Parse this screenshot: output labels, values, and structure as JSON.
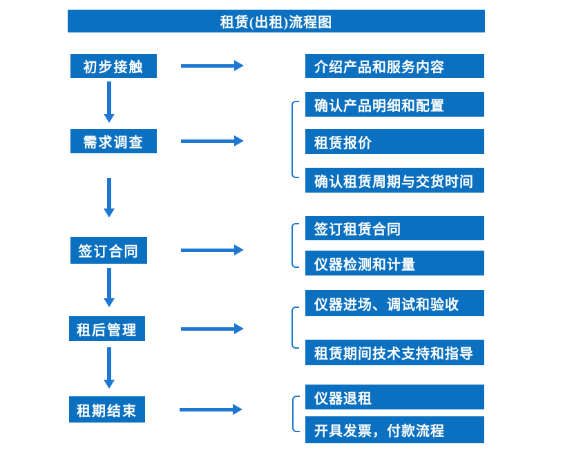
{
  "title": "租赁(出租)流程图",
  "colors": {
    "box_blue": "#0B70C0",
    "arrow_blue": "#1E78D2",
    "text_white": "#ffffff"
  },
  "steps": [
    {
      "label": "初步接触",
      "details": [
        "介绍产品和服务内容"
      ]
    },
    {
      "label": "需求调查",
      "details": [
        "确认产品明细和配置",
        "租赁报价",
        "确认租赁周期与交货时间"
      ]
    },
    {
      "label": "签订合同",
      "details": [
        "签订租赁合同",
        "仪器检测和计量"
      ]
    },
    {
      "label": "租后管理",
      "details": [
        "仪器进场、调试和验收",
        "租赁期间技术支持和指导"
      ]
    },
    {
      "label": "租期结束",
      "details": [
        "仪器退租",
        "开具发票，付款流程"
      ]
    }
  ]
}
